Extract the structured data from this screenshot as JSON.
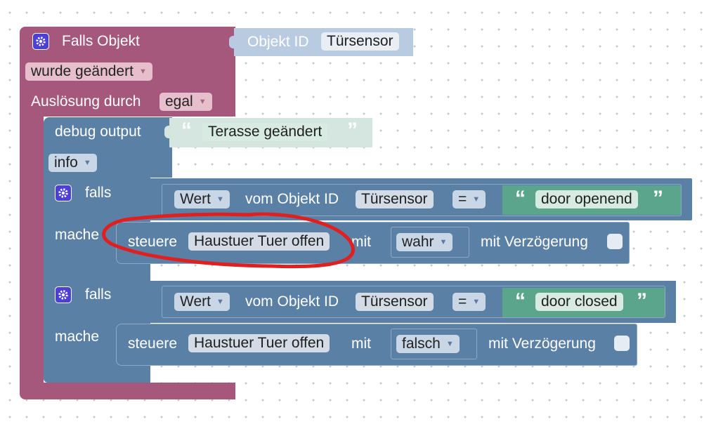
{
  "trigger": {
    "title": "Falls Objekt",
    "object_label": "Objekt ID",
    "object_value": "Türsensor",
    "condition": "wurde geändert",
    "trigger_label": "Auslösung durch",
    "trigger_value": "egal"
  },
  "debug": {
    "label": "debug output",
    "text": "Terasse geändert",
    "level": "info"
  },
  "if1": {
    "falls": "falls",
    "mache": "mache",
    "wert": "Wert",
    "vom": "vom Objekt ID",
    "object": "Türsensor",
    "op": "=",
    "compare_text": "door openend",
    "steuere": "steuere",
    "target": "Haustuer Tuer offen",
    "mit": "mit",
    "value": "wahr",
    "delay_label": "mit Verzögerung"
  },
  "if2": {
    "falls": "falls",
    "mache": "mache",
    "wert": "Wert",
    "vom": "vom Objekt ID",
    "object": "Türsensor",
    "op": "=",
    "compare_text": "door closed",
    "steuere": "steuere",
    "target": "Haustuer Tuer offen",
    "mit": "mit",
    "value": "falsch",
    "delay_label": "mit Verzögerung"
  },
  "quotes": {
    "open": "“",
    "close": "”"
  },
  "colors": {
    "trigger_block": "#a5587b",
    "logic_block": "#5b80a5",
    "string_block": "#5ba58c",
    "text_block_light": "#d4e6df",
    "object_block": "#b8cbe0",
    "gear_icon": "#4b3fd6",
    "annotation": "#e02020"
  },
  "icons": {
    "gear": "gear-icon",
    "dropdown": "chevron-down-icon",
    "checkbox": "checkbox-icon"
  }
}
